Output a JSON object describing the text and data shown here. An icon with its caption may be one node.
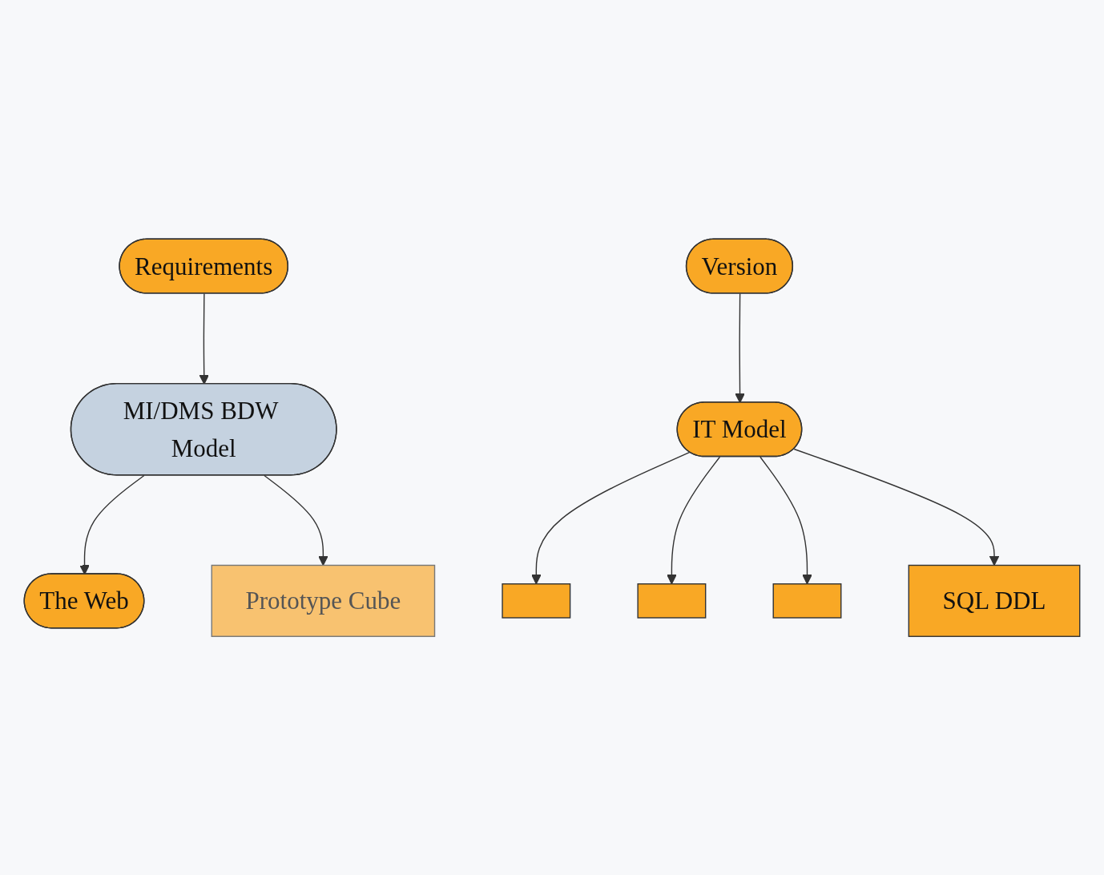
{
  "diagram": {
    "nodes": [
      {
        "text": [
          "The Web"
        ]
      },
      {
        "text": [
          "Requirements"
        ]
      },
      {
        "text": [
          "MI/DMS BDW Model"
        ]
      },
      {
        "text": [
          "Prototype Cube"
        ]
      },
      {
        "text": [
          "Version"
        ]
      },
      {
        "text": [
          "IT Model"
        ]
      },
      {
        "text": [],
        "shape": "box"
      },
      {
        "text": [],
        "shape": "box"
      },
      {
        "text": [],
        "shape": "box"
      },
      {
        "text": [
          "SQL DDL"
        ]
      }
    ],
    "edges": [
      {
        "from": 2,
        "to": 0,
        "arrow": "to"
      },
      {
        "from": 1,
        "to": 2,
        "arrow": "to"
      },
      {
        "from": 2,
        "to": 3,
        "arrow": "to"
      },
      {
        "from": 4,
        "to": 5,
        "arrow": "to"
      },
      {
        "from": 5,
        "to": 6,
        "arrow": "to"
      },
      {
        "from": 5,
        "to": 7,
        "arrow": "to"
      },
      {
        "from": 5,
        "to": 8,
        "arrow": "to"
      },
      {
        "from": 5,
        "to": 9,
        "arrow": "to"
      }
    ]
  }
}
